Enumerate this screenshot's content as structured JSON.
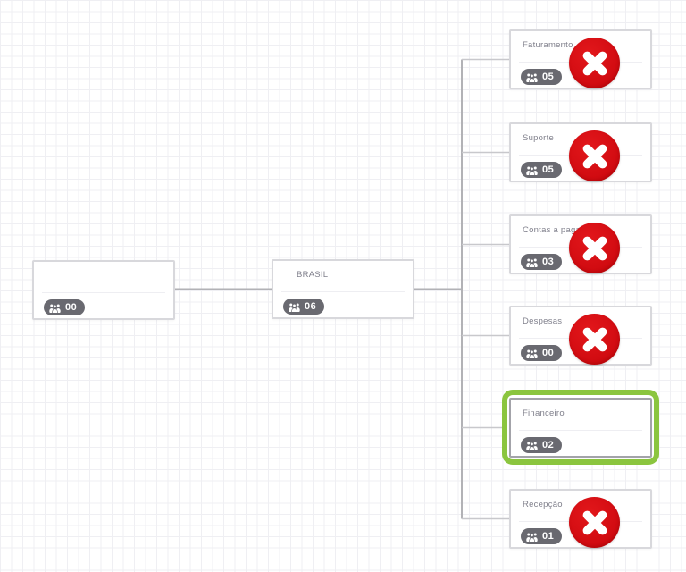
{
  "app": {
    "view": "organization-chart-editor"
  },
  "colors": {
    "selection_green": "#8bc53f",
    "delete_red": "#d00a10",
    "badge_gray": "#696970",
    "connector_gray": "#b2b2b6",
    "grid_line": "#efeff3"
  },
  "icons": {
    "members": "group-icon",
    "delete": "close-x-icon"
  },
  "nodes": {
    "root": {
      "title": "",
      "members": "00"
    },
    "parent": {
      "title": "BRASIL",
      "members": "06"
    },
    "children": [
      {
        "title": "Faturamento",
        "members": "05",
        "deletable": true,
        "selected": false
      },
      {
        "title": "Suporte",
        "members": "05",
        "deletable": true,
        "selected": false
      },
      {
        "title": "Contas a pagar",
        "members": "03",
        "deletable": true,
        "selected": false
      },
      {
        "title": "Despesas",
        "members": "00",
        "deletable": true,
        "selected": false
      },
      {
        "title": "Financeiro",
        "members": "02",
        "deletable": false,
        "selected": true
      },
      {
        "title": "Recepção",
        "members": "01",
        "deletable": true,
        "selected": false
      }
    ]
  }
}
